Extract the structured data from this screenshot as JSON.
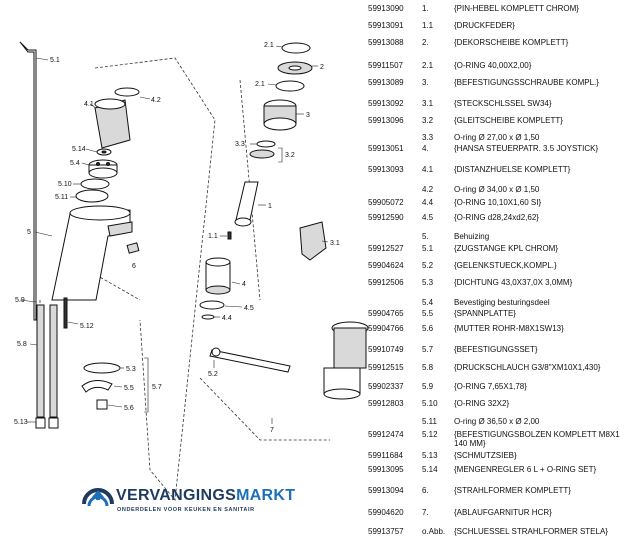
{
  "diagram": {
    "labels": {
      "l5_1": "5.1",
      "l4_1": "4.1",
      "l4_2": "4.2",
      "l5_14": "5.14",
      "l5_4": "5.4",
      "l5_10": "5.10",
      "l5_11": "5.11",
      "l5": "5",
      "l6": "6",
      "l5_9": "5.9",
      "l5_12": "5.12",
      "l5_8": "5.8",
      "l5_3": "5.3",
      "l5_5": "5.5",
      "l5_6": "5.6",
      "l5_7": "5.7",
      "l5_13": "5.13",
      "l2_1": "2.1",
      "l2": "2",
      "l3": "3",
      "l3_3": "3.3",
      "l3_2": "3.2",
      "l1": "1",
      "l1_1": "1.1",
      "l3_1": "3.1",
      "l4": "4",
      "l4_5": "4.5",
      "l4_4": "4.4",
      "l5_2": "5.2",
      "l7": "7"
    }
  },
  "logo": {
    "name_a": "VERVANGINGS",
    "name_b": "MARKT",
    "tagline": "ONDERDELEN VOOR KEUKEN EN SANITAIR"
  },
  "parts": [
    {
      "num": "59913090",
      "pos": "1.",
      "desc": "{PIN-HEBEL KOMPLETT CHROM}"
    },
    {
      "num": "59913091",
      "pos": "1.1",
      "desc": "{DRUCKFEDER}"
    },
    {
      "num": "59913088",
      "pos": "2.",
      "desc": "{DEKORSCHEIBE KOMPLETT}"
    },
    {
      "num": "59911507",
      "pos": "2.1",
      "desc": "{O-RING 40,00X2,00}"
    },
    {
      "num": "59913089",
      "pos": "3.",
      "desc": "{BEFESTIGUNGSSCHRAUBE KOMPL.}"
    },
    {
      "num": "59913092",
      "pos": "3.1",
      "desc": "{STECKSCHLSSEL SW34}"
    },
    {
      "num": "59913096",
      "pos": "3.2",
      "desc": "{GLEITSCHEIBE KOMPLETT}"
    },
    {
      "num": "",
      "pos": "3.3",
      "desc": "O-ring Ø 27,00 x Ø 1,50"
    },
    {
      "num": "59913051",
      "pos": "4.",
      "desc": "{HANSA STEUERPATR. 3.5 JOYSTICK}"
    },
    {
      "num": "59913093",
      "pos": "4.1",
      "desc": "{DISTANZHUELSE KOMPLETT}"
    },
    {
      "num": "",
      "pos": "4.2",
      "desc": "O-ring Ø 34,00 x Ø 1,50"
    },
    {
      "num": "59905072",
      "pos": "4.4",
      "desc": "{O-RING 10,10X1,60 SI}"
    },
    {
      "num": "59912590",
      "pos": "4.5",
      "desc": "{O-RING d28,24xd2,62}"
    },
    {
      "num": "",
      "pos": "5.",
      "desc": "Behuizing"
    },
    {
      "num": "59912527",
      "pos": "5.1",
      "desc": "{ZUGSTANGE KPL CHROM}"
    },
    {
      "num": "59904624",
      "pos": "5.2",
      "desc": "{GELENKSTUECK,KOMPL.}"
    },
    {
      "num": "59912506",
      "pos": "5.3",
      "desc": "{DICHTUNG 43,0X37,0X 3,0MM}"
    },
    {
      "num": "",
      "pos": "5.4",
      "desc": "Bevestiging besturingsdeel"
    },
    {
      "num": "59904765",
      "pos": "5.5",
      "desc": "{SPANNPLATTE}"
    },
    {
      "num": "59904766",
      "pos": "5.6",
      "desc": "{MUTTER ROHR-M8X1SW13}"
    },
    {
      "num": "59910749",
      "pos": "5.7",
      "desc": "{BEFESTIGUNGSSET}"
    },
    {
      "num": "59912515",
      "pos": "5.8",
      "desc": "{DRUCKSCHLAUCH G3/8\"XM10X1,430}"
    },
    {
      "num": "59902337",
      "pos": "5.9",
      "desc": "{O-RING 7,65X1,78}"
    },
    {
      "num": "59912803",
      "pos": "5.10",
      "desc": "{O-RING 32X2}"
    },
    {
      "num": "",
      "pos": "5.11",
      "desc": "O-ring Ø 36,50 x Ø 2,00"
    },
    {
      "num": "59912474",
      "pos": "5.12",
      "desc": "{BEFESTIGUNGSBOLZEN KOMPLETT M8X1 140 MM}"
    },
    {
      "num": "59911684",
      "pos": "5.13",
      "desc": "{SCHMUTZSIEB}"
    },
    {
      "num": "59913095",
      "pos": "5.14",
      "desc": "{MENGENREGLER 6 L + O-RING SET}"
    },
    {
      "num": "59913094",
      "pos": "6.",
      "desc": "{STRAHLFORMER KOMPLETT}"
    },
    {
      "num": "59904620",
      "pos": "7.",
      "desc": "{ABLAUFGARNITUR HCR}"
    },
    {
      "num": "59913757",
      "pos": "o.Abb.",
      "desc": "{SCHLUESSEL STRAHLFORMER STELA}"
    }
  ]
}
